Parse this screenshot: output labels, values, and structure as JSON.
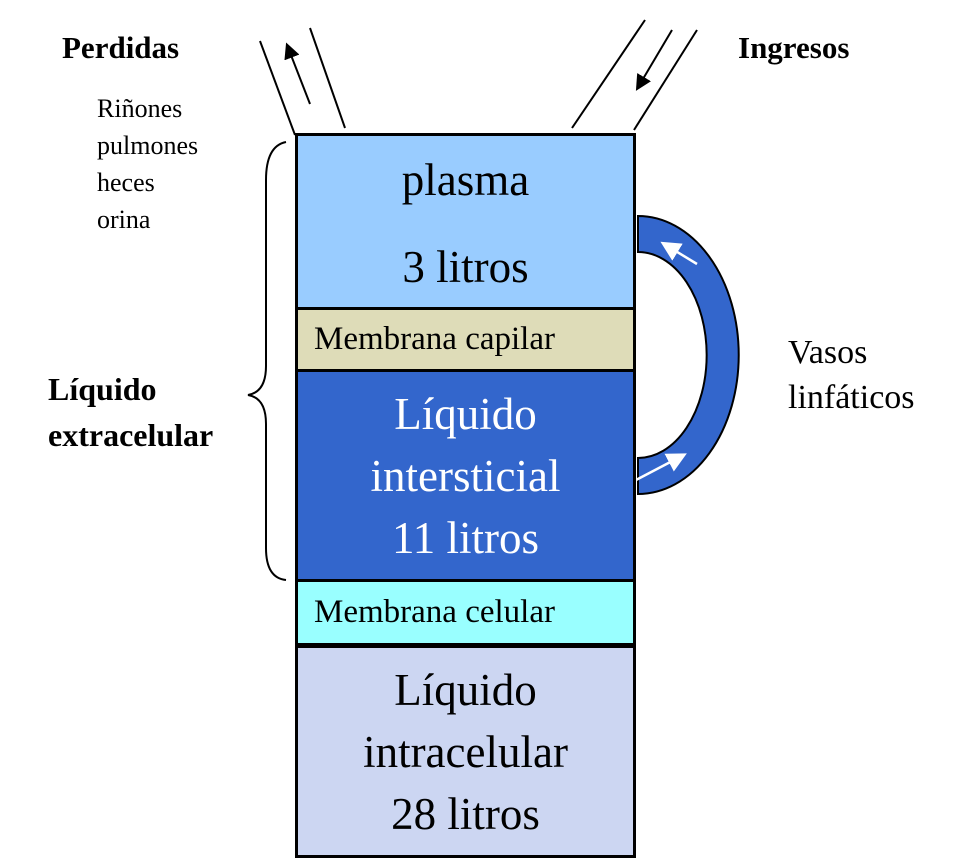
{
  "diagram": {
    "losses": {
      "title": "Perdidas",
      "items": [
        "Riñones",
        "pulmones",
        "heces",
        "orina"
      ]
    },
    "intake": {
      "title": "Ingresos"
    },
    "extracellular_label": [
      "Líquido",
      "extracelular"
    ],
    "lymph_label": [
      "Vasos",
      "linfáticos"
    ],
    "compartments": {
      "plasma": {
        "name": "plasma",
        "volume": "3 litros",
        "color": "#99ccff"
      },
      "capillary_membrane": {
        "name": "Membrana capilar",
        "color": "#dedcb8"
      },
      "interstitial": {
        "lines": [
          "Líquido",
          "intersticial",
          "11 litros"
        ],
        "color": "#3366cc"
      },
      "cell_membrane": {
        "name": "Membrana celular",
        "color": "#99ffff"
      },
      "intracellular": {
        "lines": [
          "Líquido",
          "intracelular",
          "28 litros"
        ],
        "color": "#ccd6f2"
      }
    },
    "lymph_arc_color": "#3366cc"
  }
}
